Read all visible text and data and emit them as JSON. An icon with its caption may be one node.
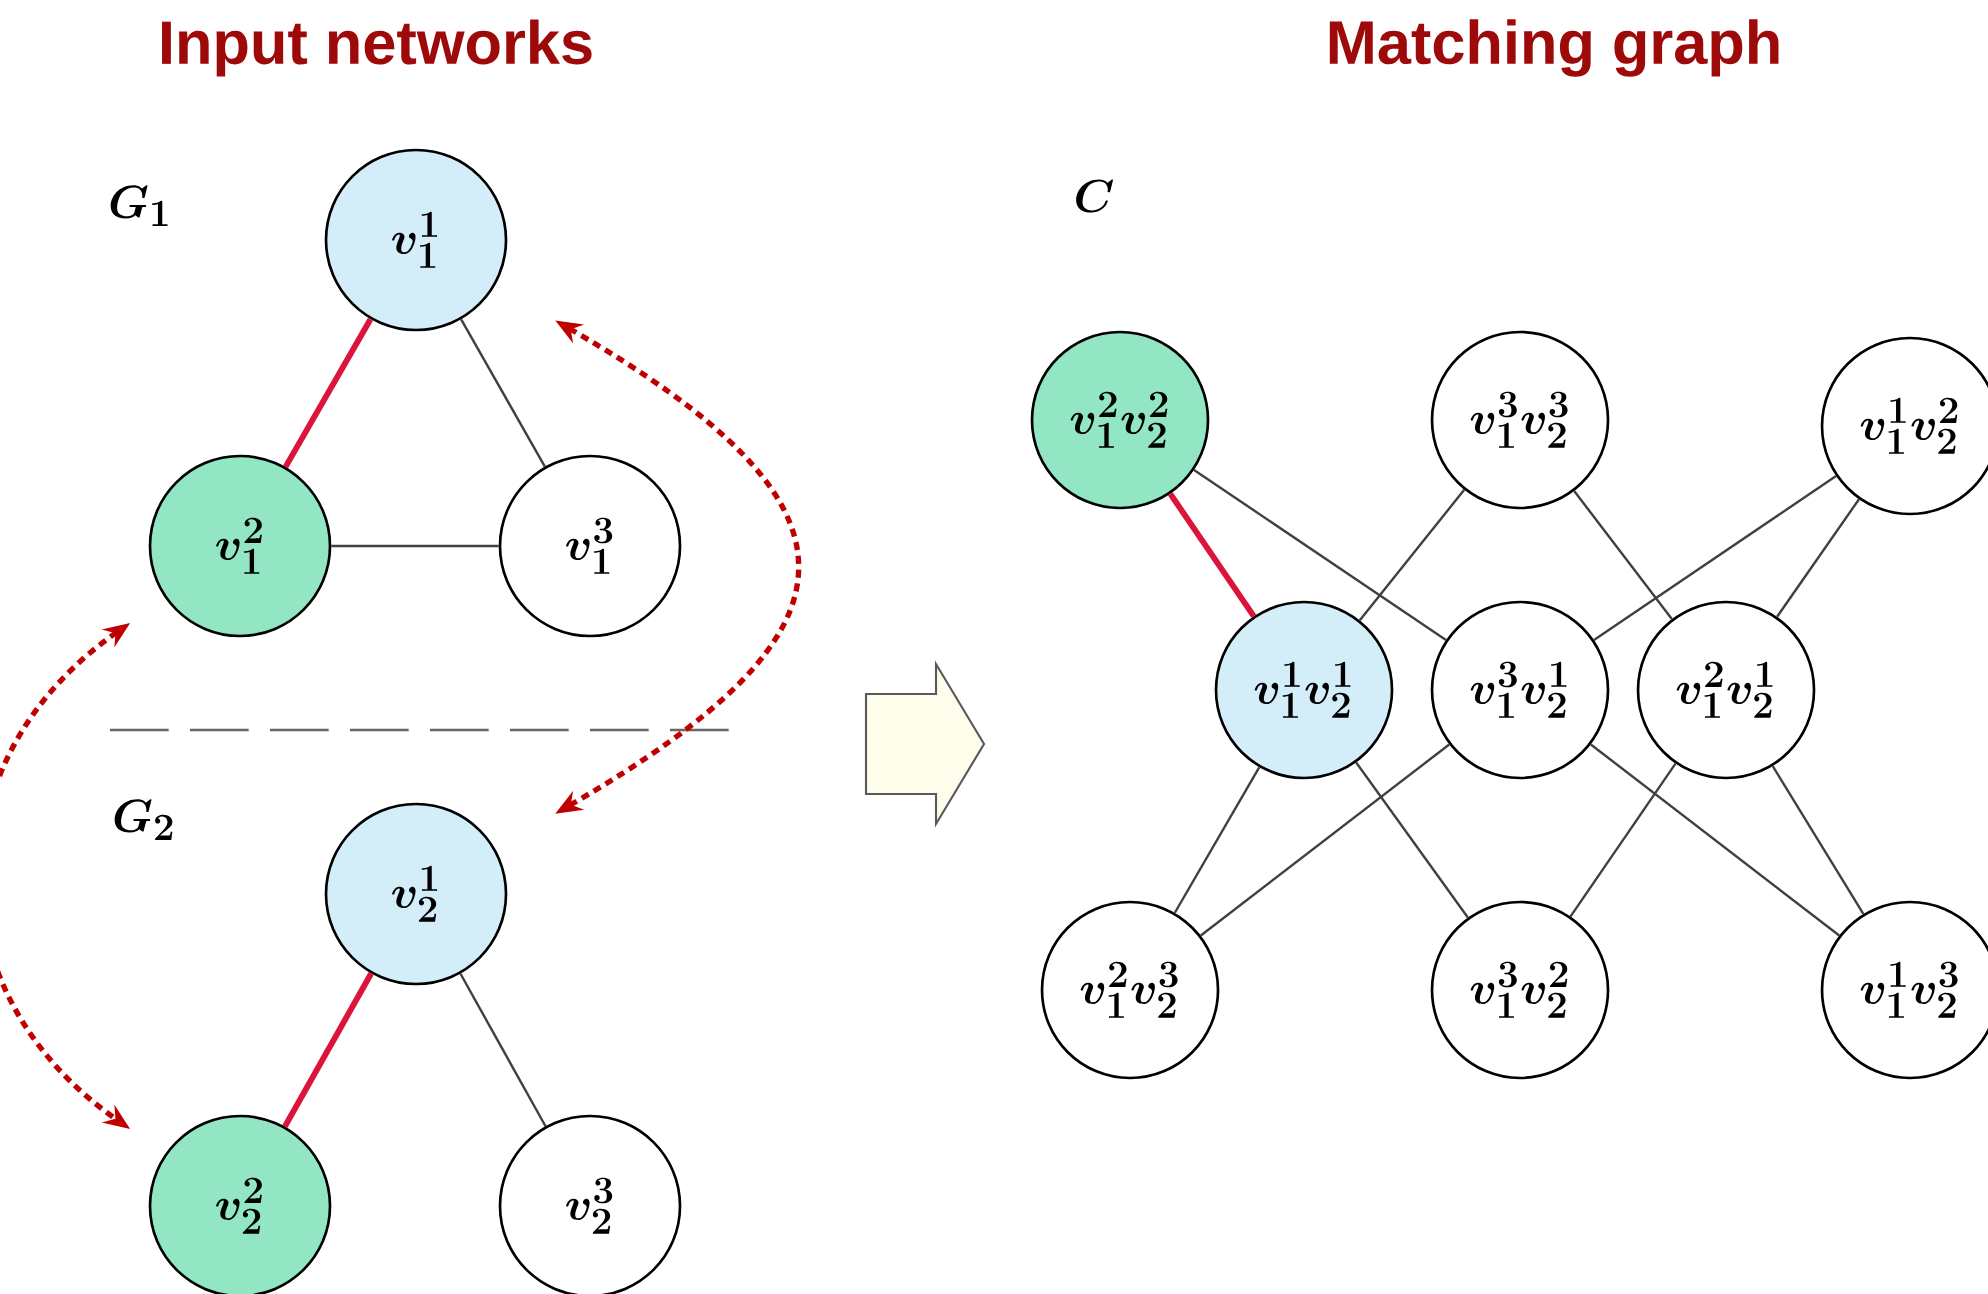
{
  "diagram": {
    "nodes": [
      {
        "text": [
          "v_1^1"
        ]
      },
      {
        "text": [
          "v_1^2"
        ]
      },
      {
        "text": [
          "v_1^3"
        ]
      },
      {
        "text": [
          "v_2^1"
        ]
      },
      {
        "text": [
          "v_2^2"
        ]
      },
      {
        "text": [
          "v_2^3"
        ]
      },
      {
        "text": [
          "v_1^2v_2^2"
        ]
      },
      {
        "text": [
          "v_1^3v_2^3"
        ]
      },
      {
        "text": [
          "v_1^1v_2^2"
        ]
      },
      {
        "text": [
          "v_1^1v_2^1"
        ]
      },
      {
        "text": [
          "v_1^3v_2^1"
        ]
      },
      {
        "text": [
          "v_1^2v_2^1"
        ]
      },
      {
        "text": [
          "v_1^2v_2^3"
        ]
      },
      {
        "text": [
          "v_1^3v_2^2"
        ]
      },
      {
        "text": [
          "v_1^1v_2^3"
        ]
      }
    ],
    "edges": [
      {
        "from": 0,
        "to": 1,
        "arrow": "none",
        "style": "thick",
        "color": "#dc143c"
      },
      {
        "from": 0,
        "to": 2,
        "arrow": "none"
      },
      {
        "from": 1,
        "to": 2,
        "arrow": "none"
      },
      {
        "from": 3,
        "to": 4,
        "arrow": "none",
        "style": "thick",
        "color": "#dc143c"
      },
      {
        "from": 3,
        "to": 5,
        "arrow": "none"
      },
      {
        "from": 0,
        "to": 3,
        "arrow": "both",
        "style": "dashed",
        "color": "#c00000"
      },
      {
        "from": 1,
        "to": 4,
        "arrow": "both",
        "style": "dashed",
        "color": "#c00000"
      },
      {
        "from": 6,
        "to": 9,
        "arrow": "none",
        "style": "thick",
        "color": "#dc143c"
      },
      {
        "from": 6,
        "to": 10,
        "arrow": "none"
      },
      {
        "from": 7,
        "to": 9,
        "arrow": "none"
      },
      {
        "from": 7,
        "to": 11,
        "arrow": "none"
      },
      {
        "from": 8,
        "to": 10,
        "arrow": "none"
      },
      {
        "from": 8,
        "to": 11,
        "arrow": "none"
      },
      {
        "from": 9,
        "to": 12,
        "arrow": "none"
      },
      {
        "from": 9,
        "to": 13,
        "arrow": "none"
      },
      {
        "from": 10,
        "to": 12,
        "arrow": "none"
      },
      {
        "from": 10,
        "to": 14,
        "arrow": "none"
      },
      {
        "from": 11,
        "to": 13,
        "arrow": "none"
      },
      {
        "from": 11,
        "to": 14,
        "arrow": "none"
      }
    ],
    "labels": [
      "Input networks",
      "Matching graph",
      "G_1",
      "G_2",
      "C"
    ]
  }
}
